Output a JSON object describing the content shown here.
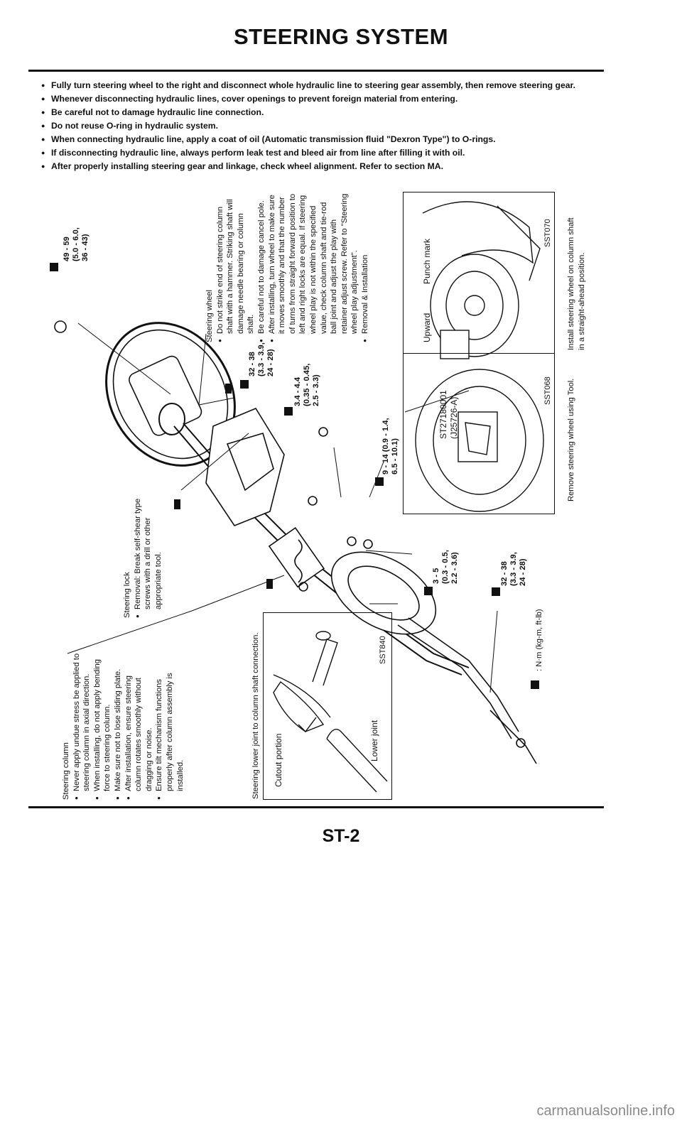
{
  "header": {
    "title": "STEERING SYSTEM"
  },
  "notes": [
    "Fully turn steering wheel to the right and disconnect whole hydraulic line to steering gear assembly, then remove steering gear.",
    "Whenever disconnecting hydraulic lines, cover openings to prevent foreign material from entering.",
    "Be careful not to damage hydraulic line connection.",
    "Do not reuse O-ring in hydraulic system.",
    "When connecting hydraulic line, apply a coat of oil (Automatic transmission fluid \"Dexron Type\") to O-rings.",
    "If disconnecting hydraulic line, always perform leak test and bleed air from line after filling it with oil.",
    "After properly installing steering gear and linkage, check wheel alignment. Refer to section MA."
  ],
  "torques": {
    "t1": [
      "49 - 59",
      "(5.0 - 6.0,",
      "36 - 43)"
    ],
    "t2": [
      "32 - 38",
      "(3.3 - 3.9,",
      "24 - 28)"
    ],
    "t3": [
      "3.4 - 4.4",
      "(0.35 - 0.45,",
      "2.5 - 3.3)"
    ],
    "t4": [
      "9 - 14 (0.9 - 1.4,",
      "6.5 - 10.1)"
    ],
    "t5": [
      "3 - 5",
      "(0.3 - 0.5,",
      "2.2 - 3.6)"
    ],
    "t6": [
      "32 - 38",
      "(3.3 - 3.9,",
      "24 - 28)"
    ]
  },
  "steering_wheel": {
    "title": "Steering wheel",
    "bullets": [
      "Do not strike end of steering column shaft with a hammer. Striking shaft will damage needle bearing or column shaft.",
      "Be careful not to damage cancel pole.",
      "After installing, turn wheel to make sure it moves smoothly and that the number of turns from straight forward position to left and right locks are equal. If steering wheel play is not within the specified value, check column shaft and tie-rod ball joint and adjust the play with retainer adjust screw. Refer to \"Steering wheel play adjustment\".",
      "Removal & Installation"
    ]
  },
  "steering_lock": {
    "title": "Steering lock",
    "bullets": [
      "Removal: Break self-shear type screws with a drill or other appropriate tool."
    ]
  },
  "steering_column": {
    "title": "Steering column",
    "bullets": [
      "Never apply undue stress be applied to steering column in axial direction.",
      "When installing, do not apply bending force to steering column.",
      "Make sure not to lose sliding plate.",
      "After installation, ensure steering column rotates smoothly without dragging or noise.",
      "Ensure tilt mechanism functions properly after column assembly is installed."
    ]
  },
  "inset_top": {
    "code": "SST070",
    "labels": [
      "Punch mark",
      "Upward"
    ],
    "caption": [
      "Install steering wheel on column shaft",
      "in a straight-ahead position."
    ]
  },
  "inset_mid": {
    "code": "SST068",
    "tool": [
      "ST27180001",
      "(J25726-A)"
    ],
    "caption": "Remove steering wheel using Tool."
  },
  "inset_bottom": {
    "code": "SST840",
    "labels": [
      "Cutout portion",
      "Lower joint"
    ],
    "caption": "Steering lower joint to column shaft connection."
  },
  "legend": {
    "unit": ": N·m (kg-m, ft-lb)"
  },
  "footer": {
    "page": "ST-2",
    "watermark": "carmanualsonline.info"
  }
}
